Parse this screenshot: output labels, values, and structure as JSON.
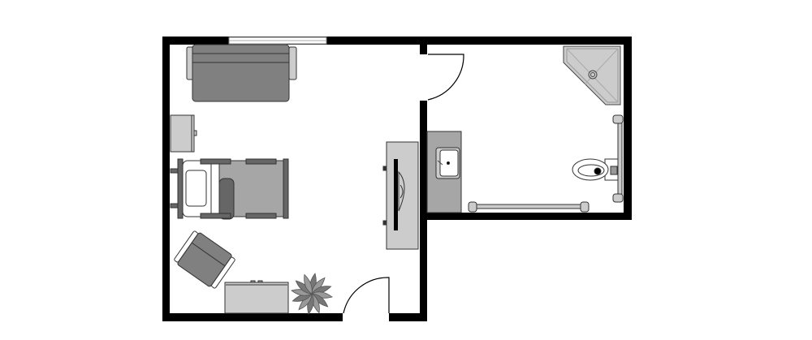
{
  "diagram": {
    "type": "floor-plan",
    "rooms": [
      "bedroom",
      "bathroom"
    ],
    "furniture": [
      "sofa",
      "nightstand",
      "hospital-bed",
      "armchair",
      "dresser",
      "potted-plant",
      "tv-console",
      "vanity-sink",
      "corner-shower",
      "toilet",
      "grab-bar-bottom",
      "grab-bar-right"
    ],
    "openings": [
      "window",
      "bathroom-door",
      "entry-door"
    ]
  },
  "colors": {
    "wall": "#000000",
    "furniture_dark": "#808080",
    "furniture_mid": "#a6a6a6",
    "furniture_light": "#cccccc",
    "outline": "#333333"
  }
}
